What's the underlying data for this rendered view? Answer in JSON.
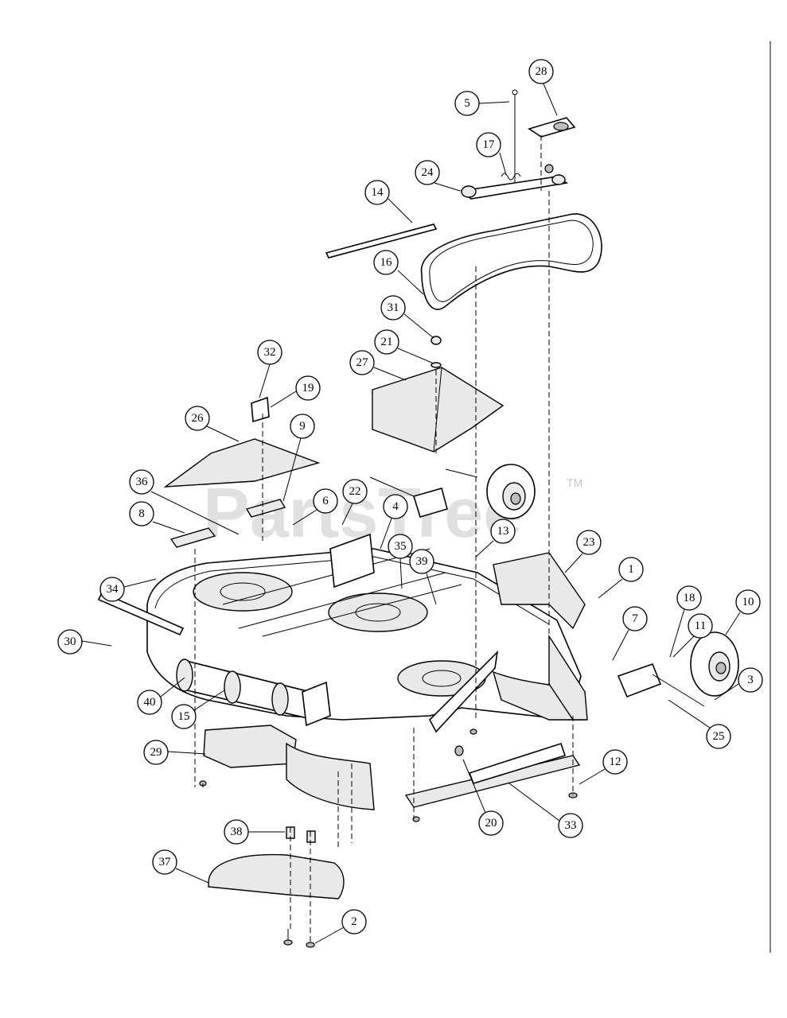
{
  "watermark": {
    "text": "PartsTree",
    "trademark": "TM"
  },
  "callouts": [
    {
      "id": "c28",
      "label": "28"
    },
    {
      "id": "c5",
      "label": "5"
    },
    {
      "id": "c17",
      "label": "17"
    },
    {
      "id": "c24",
      "label": "24"
    },
    {
      "id": "c14",
      "label": "14"
    },
    {
      "id": "c16",
      "label": "16"
    },
    {
      "id": "c31",
      "label": "31"
    },
    {
      "id": "c21",
      "label": "21"
    },
    {
      "id": "c27",
      "label": "27"
    },
    {
      "id": "c32",
      "label": "32"
    },
    {
      "id": "c19",
      "label": "19"
    },
    {
      "id": "c26",
      "label": "26"
    },
    {
      "id": "c9",
      "label": "9"
    },
    {
      "id": "c36",
      "label": "36"
    },
    {
      "id": "c6",
      "label": "6"
    },
    {
      "id": "c22",
      "label": "22"
    },
    {
      "id": "c4",
      "label": "4"
    },
    {
      "id": "c8",
      "label": "8"
    },
    {
      "id": "c13",
      "label": "13"
    },
    {
      "id": "c23",
      "label": "23"
    },
    {
      "id": "c35",
      "label": "35"
    },
    {
      "id": "c39",
      "label": "39"
    },
    {
      "id": "c1",
      "label": "1"
    },
    {
      "id": "c34",
      "label": "34"
    },
    {
      "id": "c18",
      "label": "18"
    },
    {
      "id": "c10",
      "label": "10"
    },
    {
      "id": "c7",
      "label": "7"
    },
    {
      "id": "c11",
      "label": "11"
    },
    {
      "id": "c30",
      "label": "30"
    },
    {
      "id": "c3",
      "label": "3"
    },
    {
      "id": "c40",
      "label": "40"
    },
    {
      "id": "c15",
      "label": "15"
    },
    {
      "id": "c25",
      "label": "25"
    },
    {
      "id": "c29",
      "label": "29"
    },
    {
      "id": "c12",
      "label": "12"
    },
    {
      "id": "c20",
      "label": "20"
    },
    {
      "id": "c33",
      "label": "33"
    },
    {
      "id": "c38",
      "label": "38"
    },
    {
      "id": "c37",
      "label": "37"
    },
    {
      "id": "c2",
      "label": "2"
    }
  ]
}
